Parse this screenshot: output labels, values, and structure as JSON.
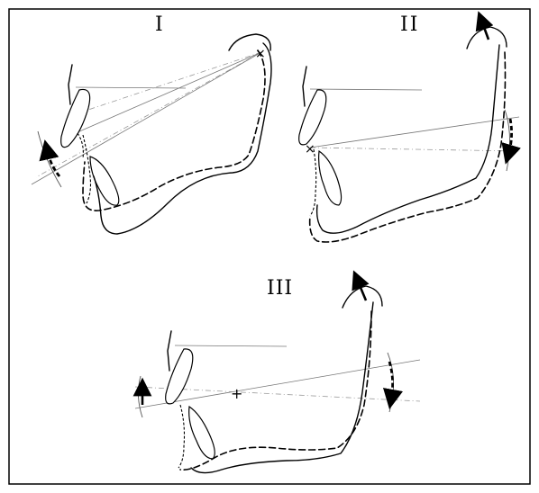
{
  "panels": [
    {
      "id": "I",
      "label": "I"
    },
    {
      "id": "II",
      "label": "II"
    },
    {
      "id": "III",
      "label": "III"
    }
  ],
  "legend": {
    "solid_outline": "solid-line",
    "dashed_outline": "dashed-line",
    "center_marker": "x-marker"
  },
  "colors": {
    "ink": "#000000",
    "guide": "#888888",
    "background": "#ffffff"
  }
}
